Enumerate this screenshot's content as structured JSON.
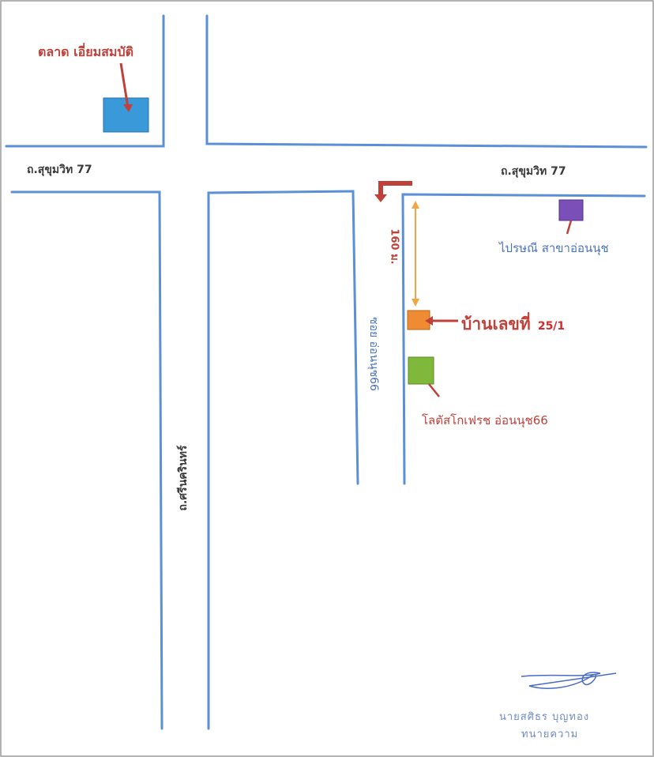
{
  "roads": {
    "sukhumvit_left": "ถ.สุขุมวิท 77",
    "sukhumvit_right": "ถ.สุขุมวิท 77",
    "srinakarin": "ถ.ศรีนครินทร์",
    "soi_onnut": "ซอย อ่อนนุช66"
  },
  "places": {
    "market": "ตลาด เอี่ยมสมบัติ",
    "post_office": "ไปรษณี สาขาอ่อนนุช",
    "house": "บ้านเลขที่",
    "house_number": "25/1",
    "lotus": "โลตัสโกเฟรช อ่อนนุช66"
  },
  "distance": "160 ม.",
  "signature": {
    "name": "นายสศิธร บุญทอง",
    "title": "ทนายความ"
  },
  "colors": {
    "road": "#5b8fd6",
    "market": "#3a9ad9",
    "post_office": "#7b4fb8",
    "house": "#ef8c33",
    "lotus": "#7fb83a",
    "pointer": "#c0413a",
    "distance_arrow": "#f2a545"
  }
}
